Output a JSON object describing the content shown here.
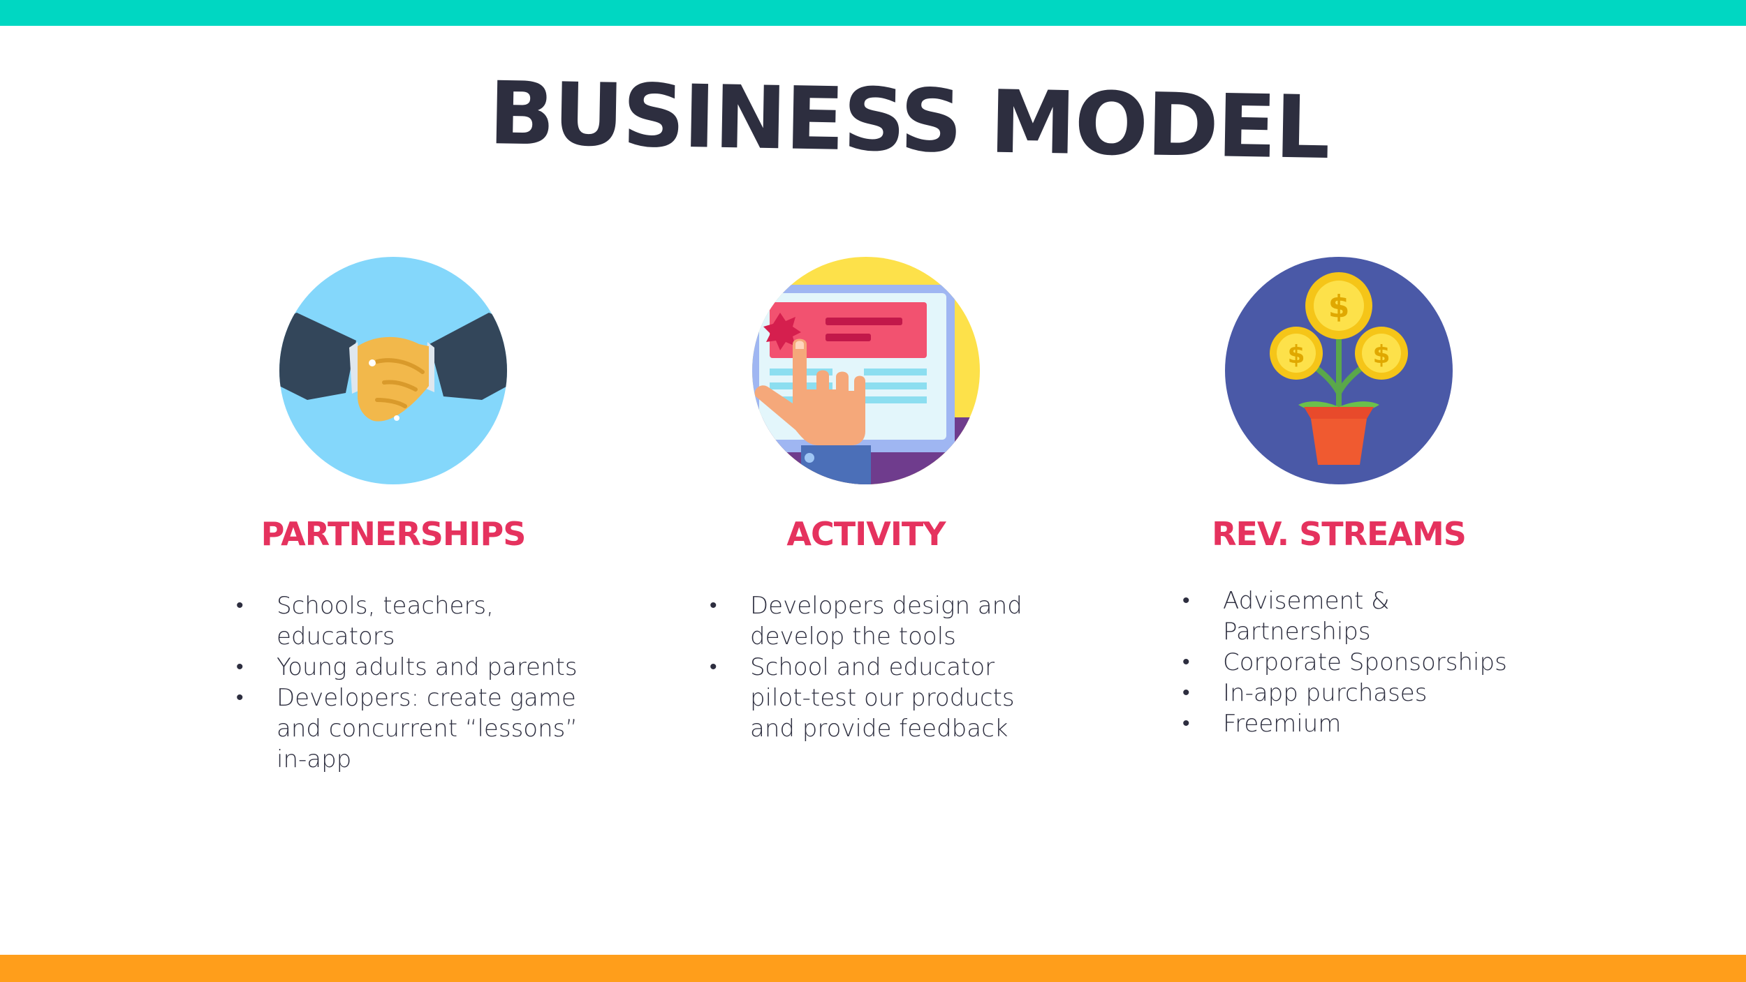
{
  "slide": {
    "title": "BUSINESS MODEL",
    "colors": {
      "top_bar": "#00d7c2",
      "bottom_bar": "#ff9e1b",
      "heading": "#e5325e",
      "text": "#2d2e3f"
    }
  },
  "columns": [
    {
      "heading": "PARTNERSHIPS",
      "icon": "handshake-icon",
      "items": [
        "Schools, teachers, educators",
        "Young adults and parents",
        "Developers: create game and concurrent “lessons” in-app"
      ]
    },
    {
      "heading": "ACTIVITY",
      "icon": "tablet-touch-icon",
      "items": [
        "Developers design and develop the tools",
        "School and educator pilot-test our products and provide feedback"
      ]
    },
    {
      "heading": "REV. STREAMS",
      "icon": "money-plant-icon",
      "items": [
        "Advisement & Partnerships",
        "Corporate Sponsorships",
        "In-app purchases",
        "Freemium"
      ]
    }
  ]
}
